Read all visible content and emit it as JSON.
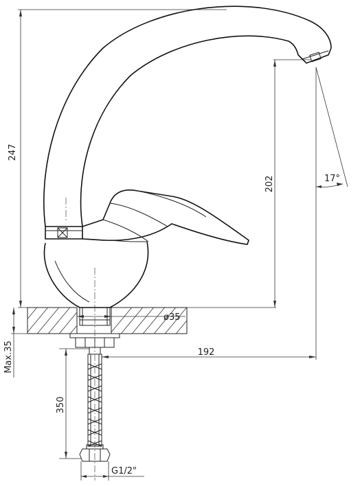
{
  "drawing": {
    "dimensions": {
      "total_height": "247",
      "spout_height": "202",
      "spout_reach": "192",
      "spout_angle": "17°",
      "mount_hole": "ø35",
      "max_thickness": "Max.35",
      "hose_length": "350",
      "thread": "G1/2\""
    }
  }
}
